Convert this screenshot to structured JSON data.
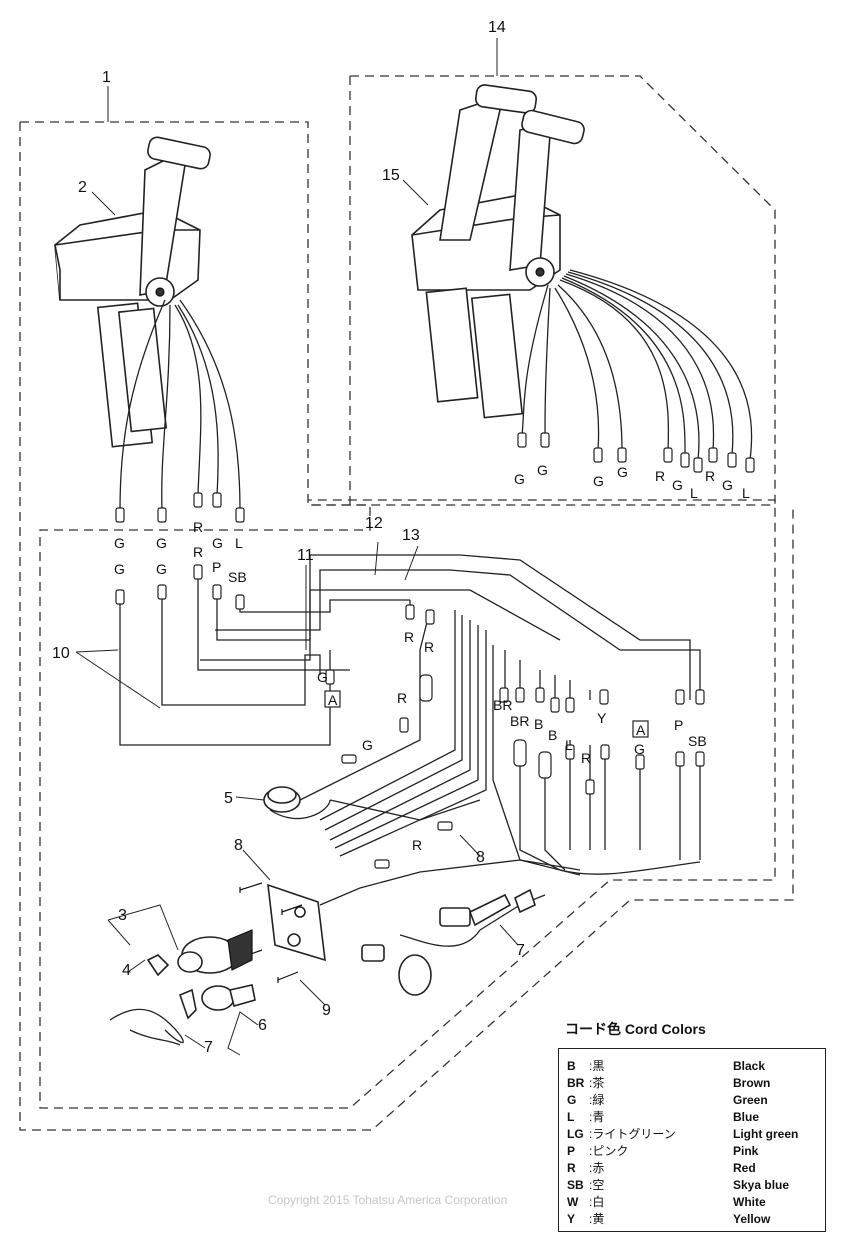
{
  "callouts": [
    "1",
    "2",
    "3",
    "4",
    "5",
    "6",
    "7",
    "7",
    "8",
    "8",
    "9",
    "10",
    "11",
    "12",
    "13",
    "14",
    "15"
  ],
  "wire_labels_single": [
    "G",
    "G",
    "G",
    "G",
    "R",
    "G",
    "L",
    "R",
    "G",
    "L"
  ],
  "wire_labels_left": [
    "G",
    "G",
    "G",
    "G",
    "R",
    "R",
    "G",
    "P",
    "L",
    "SB"
  ],
  "wire_labels_main": [
    "R",
    "R",
    "G",
    "R",
    "G",
    "BR",
    "BR",
    "B",
    "B",
    "L",
    "R",
    "Y",
    "G",
    "P",
    "SB",
    "R"
  ],
  "ref_marker": "A",
  "legend": {
    "title": "コード色 Cord Colors",
    "rows": [
      {
        "code": "B",
        "jp": ":黒",
        "en": "Black"
      },
      {
        "code": "BR",
        "jp": ":茶",
        "en": "Brown"
      },
      {
        "code": "G",
        "jp": ":緑",
        "en": "Green"
      },
      {
        "code": "L",
        "jp": ":青",
        "en": "Blue"
      },
      {
        "code": "LG",
        "jp": ":ライトグリーン",
        "en": "Light green"
      },
      {
        "code": "P",
        "jp": ":ピンク",
        "en": "Pink"
      },
      {
        "code": "R",
        "jp": ":赤",
        "en": "Red"
      },
      {
        "code": "SB",
        "jp": ":空",
        "en": "Skya blue"
      },
      {
        "code": "W",
        "jp": ":白",
        "en": "White"
      },
      {
        "code": "Y",
        "jp": ":黄",
        "en": "Yellow"
      }
    ]
  },
  "copyright": "Copyright 2015 Tohatsu America Corporation"
}
